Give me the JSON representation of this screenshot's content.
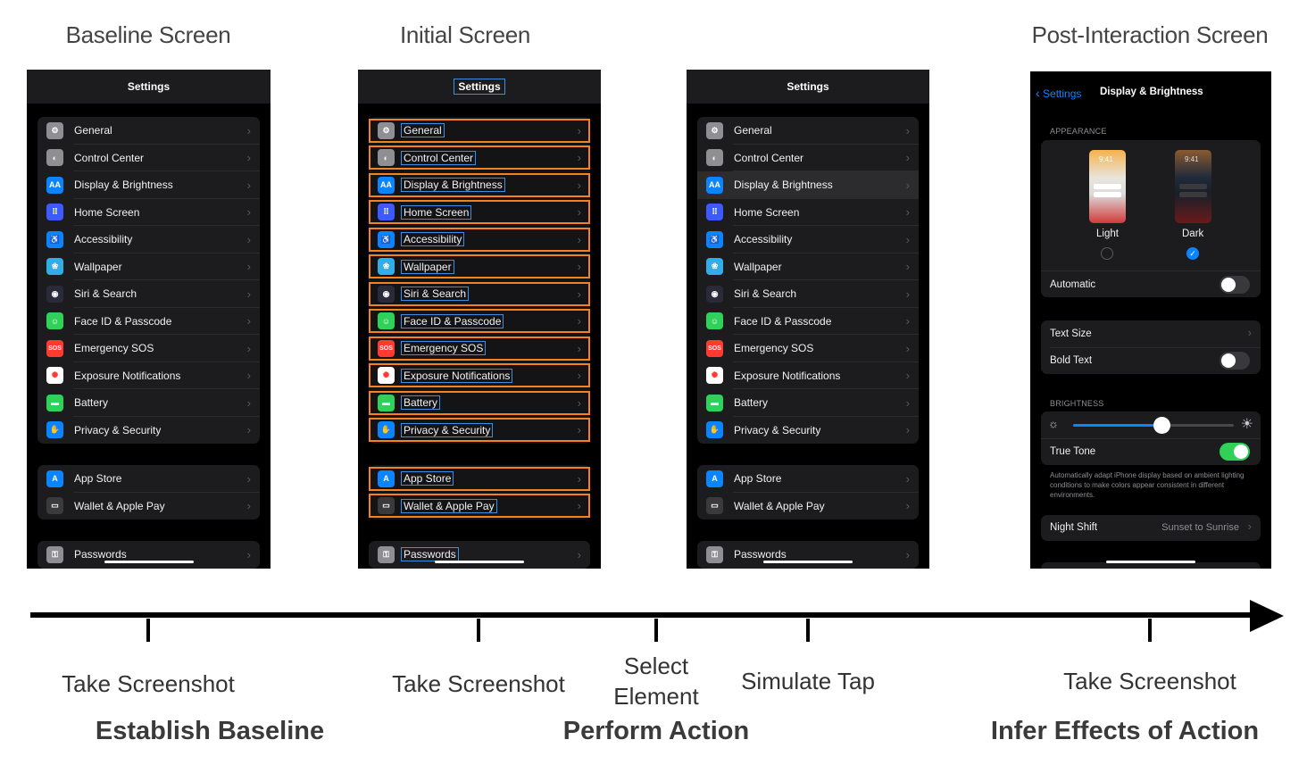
{
  "screen_titles": {
    "baseline": "Baseline Screen",
    "initial": "Initial Screen",
    "post": "Post-Interaction Screen"
  },
  "settings_header": "Settings",
  "settings_groups": [
    [
      {
        "label": "General",
        "icon": "gear-icon",
        "color": "#8e8e93",
        "glyph": "⚙"
      },
      {
        "label": "Control Center",
        "icon": "switches-icon",
        "color": "#8e8e93",
        "glyph": "◐"
      },
      {
        "label": "Display & Brightness",
        "icon": "display-aa-icon",
        "color": "#0a84ff",
        "glyph": "AA"
      },
      {
        "label": "Home Screen",
        "icon": "home-grid-icon",
        "color": "#3d5afe",
        "glyph": "⠿"
      },
      {
        "label": "Accessibility",
        "icon": "accessibility-icon",
        "color": "#0a84ff",
        "glyph": "♿"
      },
      {
        "label": "Wallpaper",
        "icon": "wallpaper-flower-icon",
        "color": "#32ade6",
        "glyph": "❀"
      },
      {
        "label": "Siri & Search",
        "icon": "siri-icon",
        "color": "#2a2a3a",
        "glyph": "◉"
      },
      {
        "label": "Face ID & Passcode",
        "icon": "face-id-icon",
        "color": "#30d158",
        "glyph": "☺"
      },
      {
        "label": "Emergency SOS",
        "icon": "sos-icon",
        "color": "#ff3b30",
        "glyph": "SOS"
      },
      {
        "label": "Exposure Notifications",
        "icon": "exposure-icon",
        "color": "#ffffff",
        "glyph": "✺"
      },
      {
        "label": "Battery",
        "icon": "battery-icon",
        "color": "#30d158",
        "glyph": "▬"
      },
      {
        "label": "Privacy & Security",
        "icon": "hand-icon",
        "color": "#0a84ff",
        "glyph": "✋"
      }
    ],
    [
      {
        "label": "App Store",
        "icon": "app-store-icon",
        "color": "#0a84ff",
        "glyph": "A"
      },
      {
        "label": "Wallet & Apple Pay",
        "icon": "wallet-icon",
        "color": "#3a3a3c",
        "glyph": "▭"
      }
    ],
    [
      {
        "label": "Passwords",
        "icon": "key-icon",
        "color": "#8e8e93",
        "glyph": "⚿"
      }
    ]
  ],
  "post": {
    "back_label": "Settings",
    "title": "Display & Brightness",
    "appearance_header": "APPEARANCE",
    "light_label": "Light",
    "dark_label": "Dark",
    "preview_time": "9:41",
    "automatic_label": "Automatic",
    "text_size_label": "Text Size",
    "bold_text_label": "Bold Text",
    "brightness_header": "BRIGHTNESS",
    "brightness_level": 0.55,
    "true_tone_label": "True Tone",
    "true_tone_desc": "Automatically adapt iPhone display based on ambient lighting conditions to make colors appear consistent in different environments.",
    "night_shift_label": "Night Shift",
    "night_shift_value": "Sunset to Sunrise",
    "dark_selected": true,
    "automatic_on": false,
    "bold_text_on": false,
    "true_tone_on": true
  },
  "timeline": {
    "steps": [
      {
        "id": "baseline-take-screenshot",
        "text": "Take Screenshot"
      },
      {
        "id": "initial-take-screenshot",
        "text": "Take Screenshot"
      },
      {
        "id": "select-element-1",
        "text": "Select"
      },
      {
        "id": "select-element-2",
        "text": "Element"
      },
      {
        "id": "simulate-tap",
        "text": "Simulate Tap"
      },
      {
        "id": "post-take-screenshot",
        "text": "Take Screenshot"
      }
    ],
    "phases": {
      "baseline": "Establish Baseline",
      "action": "Perform Action",
      "infer": "Infer Effects of Action"
    }
  },
  "colors": {
    "element_box": "#f5821f",
    "text_box": "#3a8ee6",
    "ios_blue": "#0a84ff",
    "ios_green": "#30d158"
  }
}
